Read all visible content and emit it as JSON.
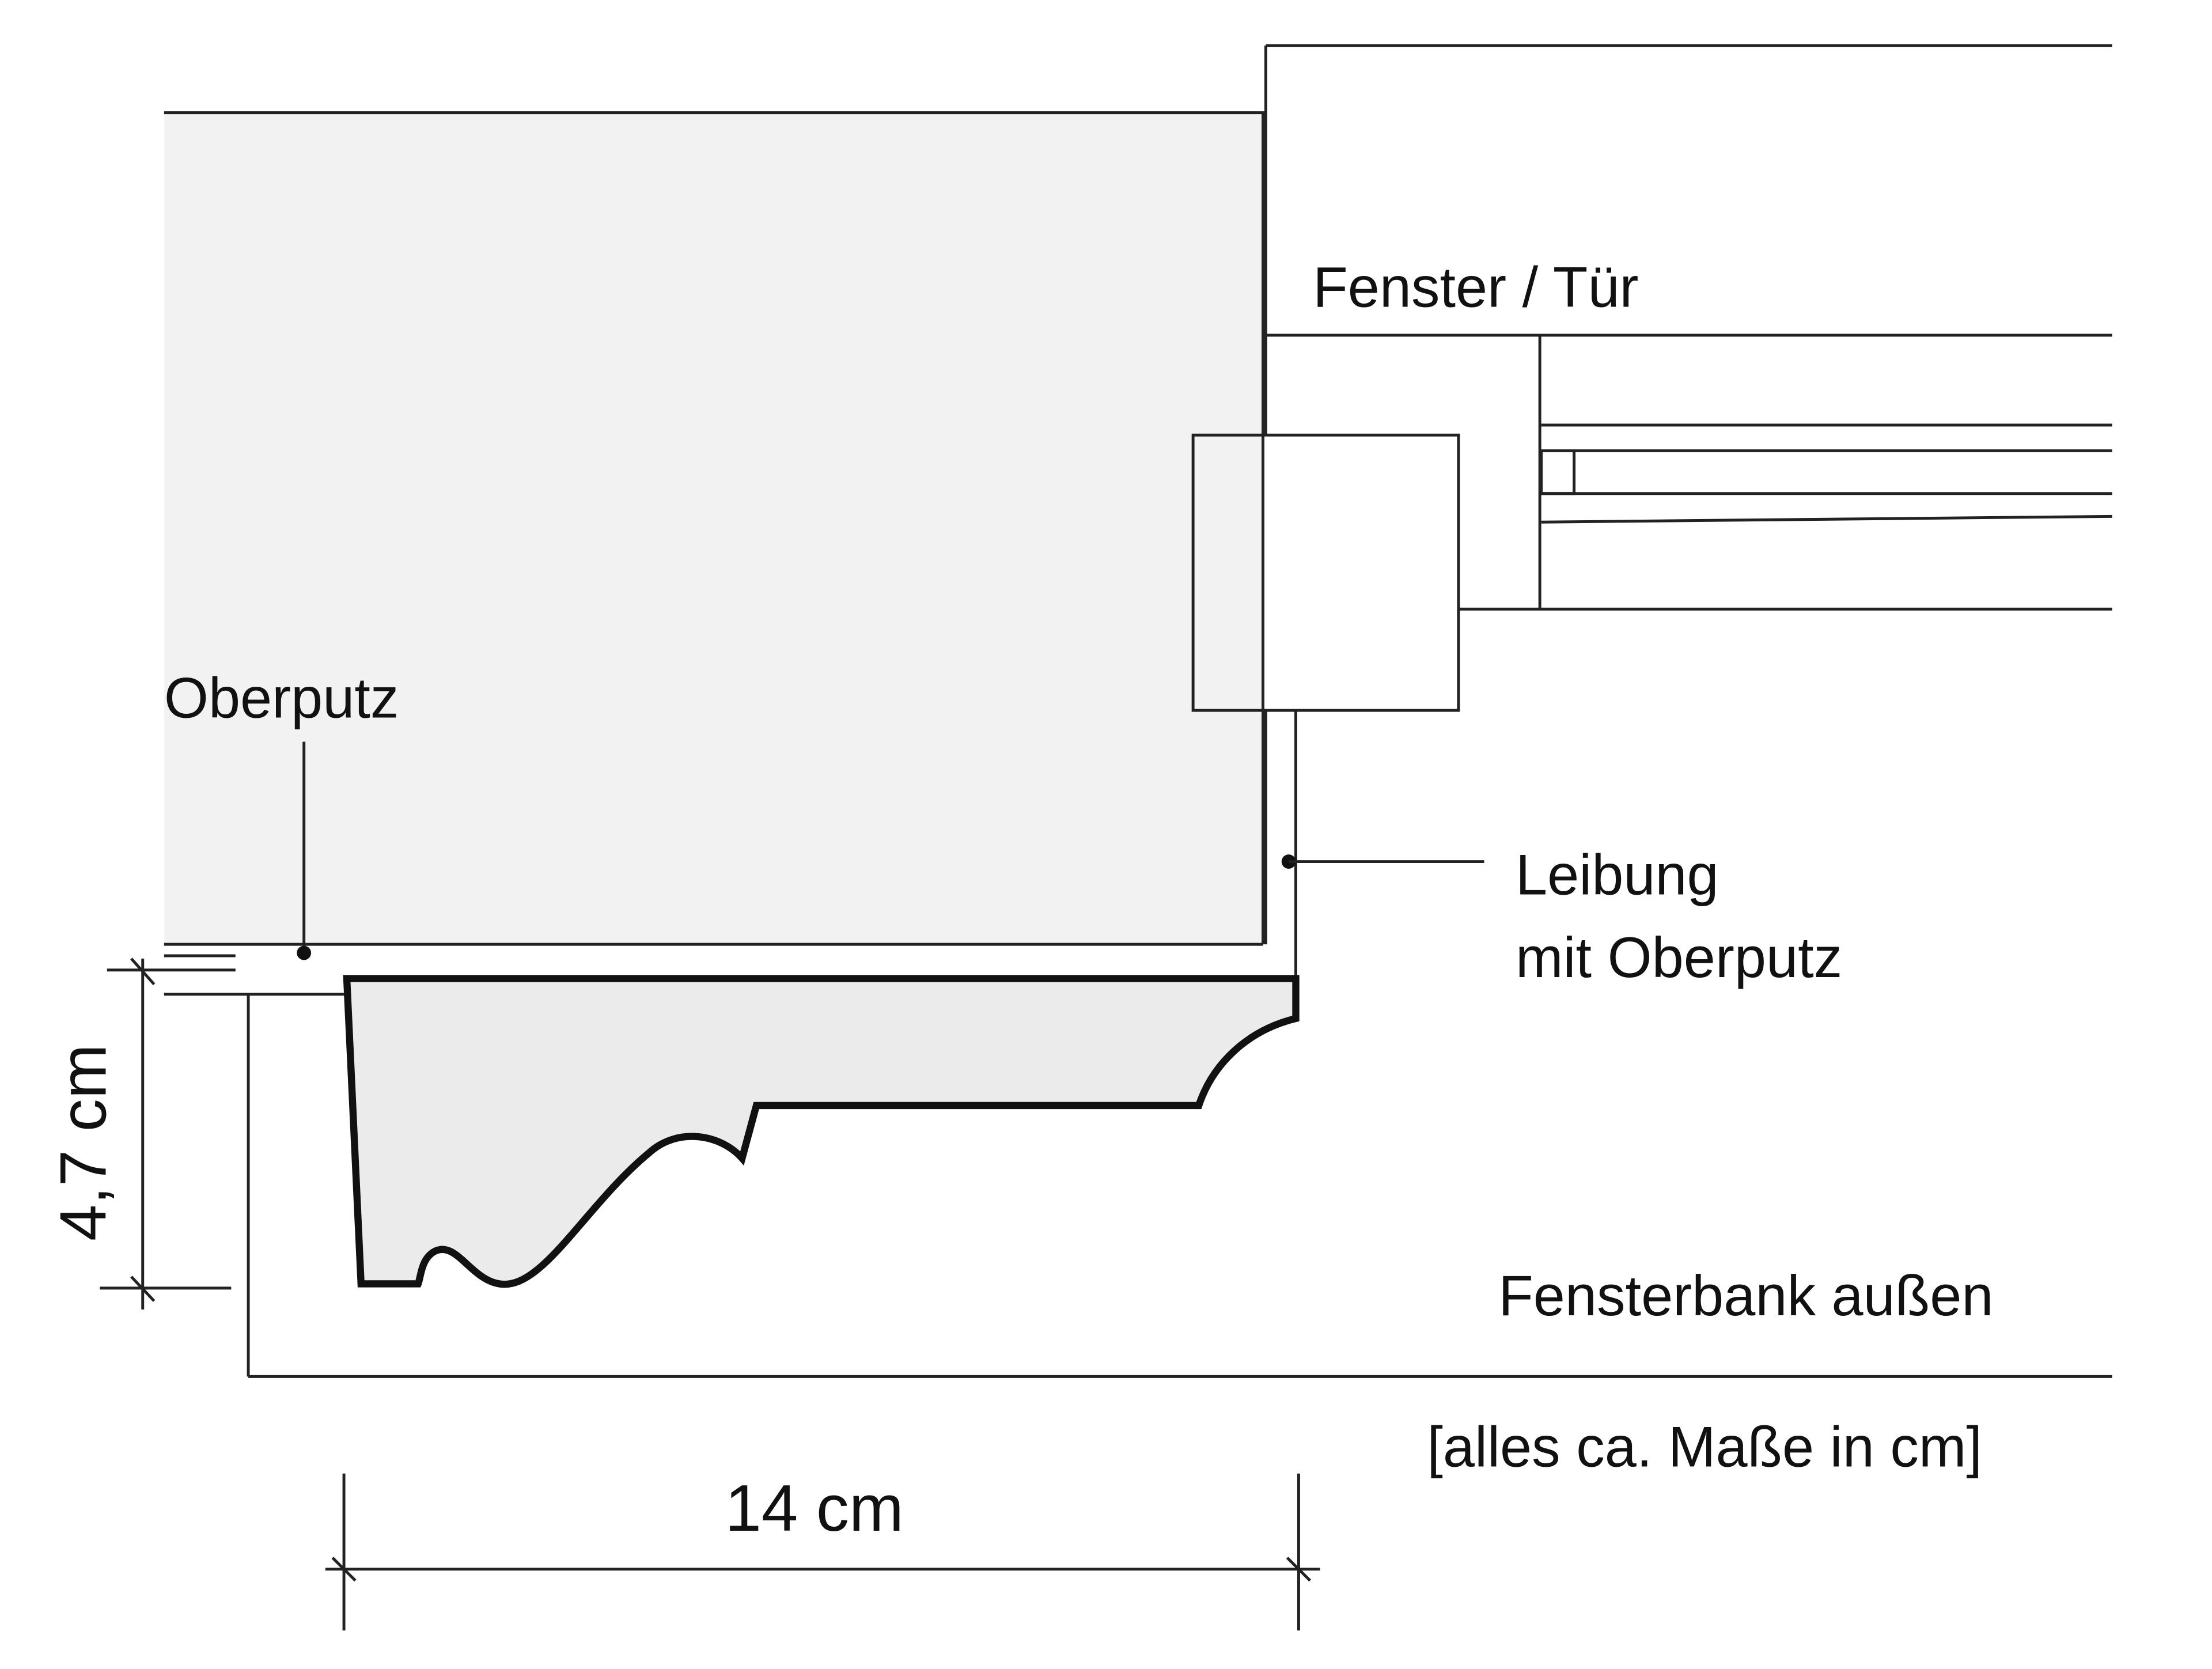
{
  "labels": {
    "window": "Fenster / Tür",
    "plaster": "Oberputz",
    "reveal_line1": "Leibung",
    "reveal_line2": "mit Oberputz",
    "sill": "Fensterbank außen",
    "note": "[alles ca. Maße in cm]"
  },
  "dimensions": {
    "height": "4,7 cm",
    "width": "14 cm"
  },
  "colors": {
    "wall_fill": "#f2f2f2",
    "sill_fill": "#ebebeb",
    "line": "#111111"
  }
}
